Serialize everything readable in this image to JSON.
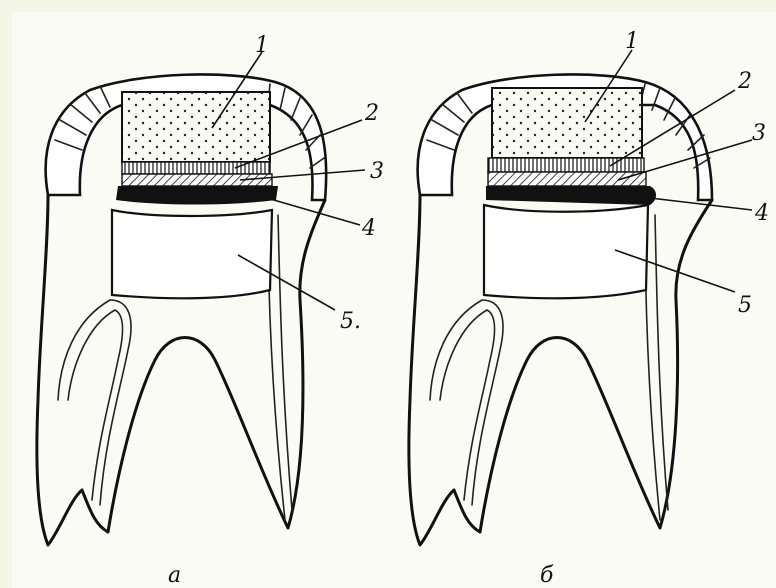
{
  "figures": [
    {
      "caption": "а",
      "labels": [
        "1",
        "2",
        "3",
        "4",
        "5."
      ]
    },
    {
      "caption": "б",
      "labels": [
        "1",
        "2",
        "3",
        "4",
        "5"
      ]
    }
  ]
}
